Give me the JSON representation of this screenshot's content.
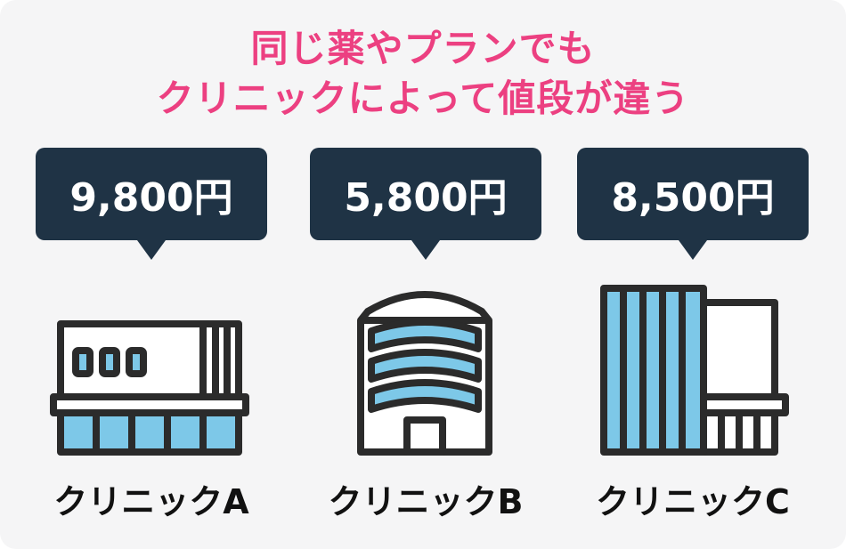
{
  "title": {
    "line1": "同じ薬やプランでも",
    "line2": "クリニックによって値段が違う"
  },
  "clinics": [
    {
      "price": "9,800円",
      "name": "クリニックA",
      "icon": "low-building-icon"
    },
    {
      "price": "5,800円",
      "name": "クリニックB",
      "icon": "office-tower-icon"
    },
    {
      "price": "8,500円",
      "name": "クリニックC",
      "icon": "glass-building-icon"
    }
  ],
  "colors": {
    "title": "#ec4081",
    "bubble": "#1f3345",
    "window": "#7dc8e8",
    "outline": "#2b2b2b",
    "background": "#f5f5f6"
  }
}
